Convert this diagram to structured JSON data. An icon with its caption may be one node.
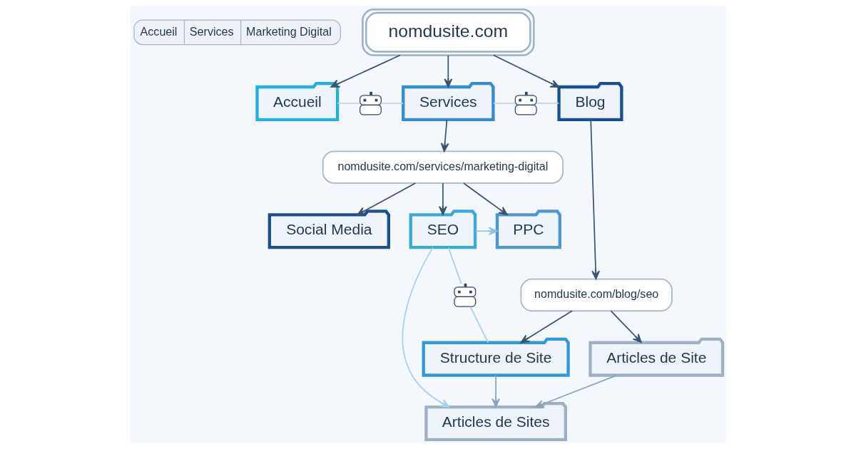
{
  "diagram": {
    "nodes": [
      {
        "text": [
          "Accueil",
          "Services",
          "Marketing Digital"
        ]
      },
      {
        "text": [
          "nomdusite.com"
        ]
      },
      {
        "text": [
          "Blog"
        ]
      },
      {
        "text": [
          "Services"
        ]
      },
      {
        "text": [
          "Accueil"
        ]
      },
      {
        "text": [],
        "shape": "robot"
      },
      {
        "text": [],
        "shape": "robot"
      },
      {
        "text": [
          "nomdusite.com/blog/seo"
        ]
      },
      {
        "text": [
          "Articles de Site"
        ]
      },
      {
        "text": [
          "Structure de Site"
        ]
      },
      {
        "text": [
          "nomdusite.com/services/marketing-digital"
        ]
      },
      {
        "text": [
          "Social Media"
        ]
      },
      {
        "text": [
          "Articles de Sites"
        ]
      },
      {
        "text": [
          "PPC"
        ]
      },
      {
        "text": [
          "SEO"
        ]
      },
      {
        "text": [],
        "shape": "robot"
      }
    ],
    "edges": [
      {
        "from": 1,
        "to": 2,
        "arrow": "to"
      },
      {
        "from": 1,
        "to": 3,
        "arrow": "to"
      },
      {
        "from": 1,
        "to": 4,
        "arrow": "to"
      },
      {
        "from": 4,
        "to": 6,
        "arrow": "none",
        "color": "#c3d3e2"
      },
      {
        "from": 6,
        "to": 3,
        "arrow": "none",
        "color": "#c3d3e2"
      },
      {
        "from": 3,
        "to": 5,
        "arrow": "none",
        "color": "#c3d3e2"
      },
      {
        "from": 5,
        "to": 2,
        "arrow": "none",
        "color": "#c3d3e2"
      },
      {
        "from": 2,
        "to": 7,
        "arrow": "to"
      },
      {
        "from": 7,
        "to": 9,
        "arrow": "to"
      },
      {
        "from": 7,
        "to": 8,
        "arrow": "to"
      },
      {
        "from": 3,
        "to": 10,
        "arrow": "to"
      },
      {
        "from": 10,
        "to": 11,
        "arrow": "to"
      },
      {
        "from": 10,
        "to": 13,
        "arrow": "to"
      },
      {
        "from": 10,
        "to": 14,
        "arrow": "to"
      },
      {
        "from": 9,
        "to": 12,
        "arrow": "to",
        "color": "#8aa4bd"
      },
      {
        "from": 8,
        "to": 12,
        "arrow": "to",
        "color": "#8aa4bd"
      },
      {
        "from": 14,
        "to": 13,
        "arrow": "to",
        "color": "#8fc3e6"
      },
      {
        "from": 14,
        "to": 15,
        "arrow": "none",
        "color": "#a8d0ec"
      },
      {
        "from": 15,
        "to": 9,
        "arrow": "none",
        "color": "#a8d0ec"
      },
      {
        "from": 14,
        "to": 12,
        "arrow": "to",
        "color": "#a8d0ec"
      }
    ]
  }
}
